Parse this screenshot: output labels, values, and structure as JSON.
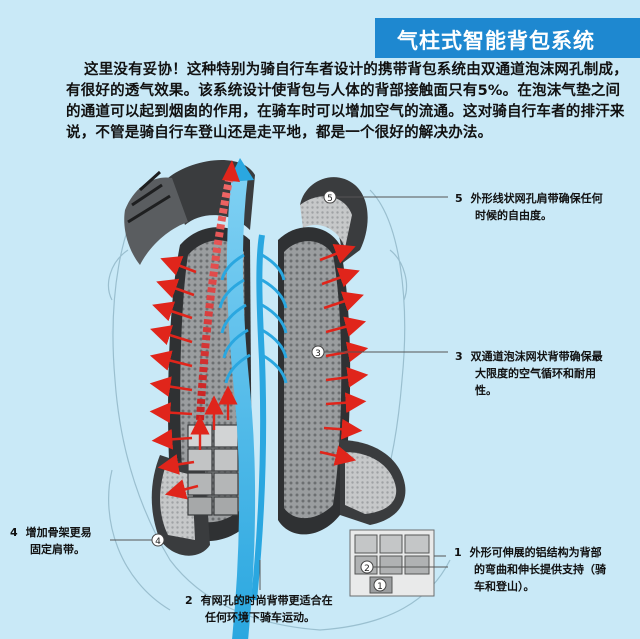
{
  "header": {
    "title": "气柱式智能背包系统"
  },
  "intro": {
    "text": "这里没有妥协！这种特别为骑自行车者设计的携带背包系统由双通道泡沫网孔制成，有很好的透气效果。该系统设计使背包与人体的背部接触面只有5%。在泡沫气垫之间的通道可以起到烟囱的作用，在骑车时可以增加空气的流通。这对骑自行车者的排汗来说，不管是骑自行车登山还是走平地，都是一个很好的解决办法。"
  },
  "callouts": {
    "c5": {
      "num": "5",
      "line1": "外形线状网孔肩带确保任何",
      "line2": "时候的自由度。"
    },
    "c3": {
      "num": "3",
      "line1": "双通道泡沫网状背带确保最",
      "line2": "大限度的空气循环和耐用",
      "line3": "性。"
    },
    "c4": {
      "num": "4",
      "line1": "增加骨架更易",
      "line2": "固定肩带。"
    },
    "c1": {
      "num": "1",
      "line1": "外形可伸展的铝结构为背部",
      "line2": "的弯曲和伸长提供支持（骑",
      "line3": "车和登山）。"
    },
    "c2": {
      "num": "2",
      "line1": "有网孔的时尚背带更适合在",
      "line2": "任何环境下骑车运动。"
    }
  },
  "markers": {
    "m1": "1",
    "m2": "2",
    "m3": "3",
    "m4": "4",
    "m5": "5"
  },
  "colors": {
    "background": "#c9e9f7",
    "header": "#1e88d0",
    "airflow_hot": "#e0251b",
    "airflow_cool": "#2aa7e0",
    "mesh": "#8a8d8f",
    "frame": "#3a3c3e"
  }
}
